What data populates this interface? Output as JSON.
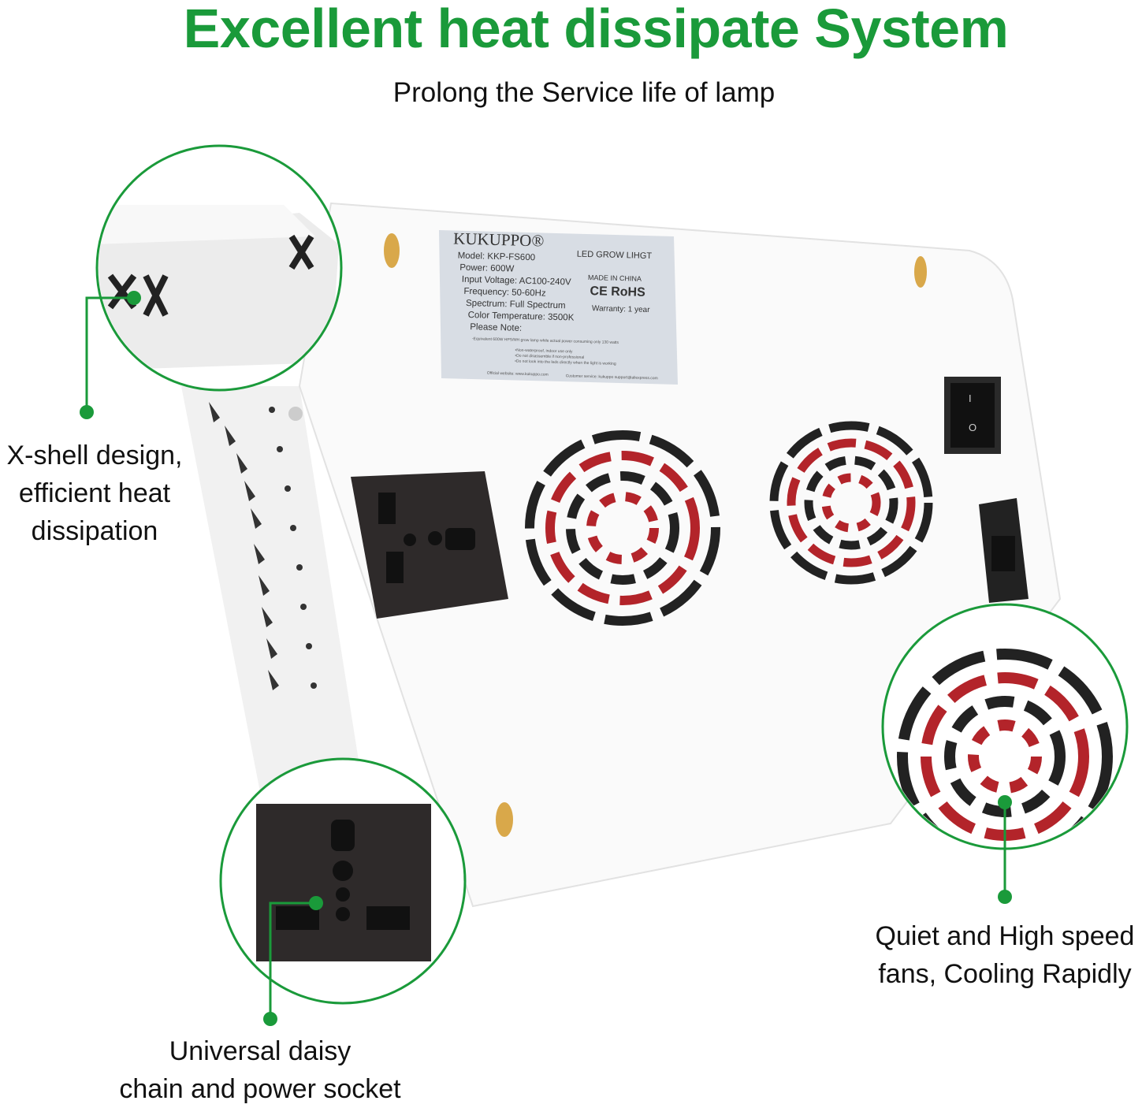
{
  "header": {
    "title": "Excellent heat dissipate System",
    "subtitle": "Prolong the Service life of lamp"
  },
  "colors": {
    "accent": "#1a9a3a",
    "fan_red": "#b3242a",
    "socket": "#2e2a2a"
  },
  "label": {
    "brand": "KUKUPPO®",
    "product": "LED GROW LIHGT",
    "model": "Model: KKP-FS600",
    "power": "Power: 600W",
    "voltage": "Input Voltage: AC100-240V",
    "frequency": "Frequency: 50-60Hz",
    "spectrum": "Spectrum: Full Spectrum",
    "color_temp": "Color Temperature: 3500K",
    "note_title": "Please Note:",
    "note": "-Equivalent 600W HPS/MH grow lamp while actual power consuming only 130 watts",
    "made_in": "MADE IN CHINA",
    "certs": "CE  RoHS",
    "warranty": "Warranty: 1 year",
    "warnings": [
      "•Non-waterproof, indoor use only",
      "•Do not disassemble if non-professional",
      "•Do not look into the leds directly when the light is working"
    ],
    "website": "Official website: www.kukuppo.com",
    "service": "Customer service: kukuppo support@aliexpress.com"
  },
  "switch": {
    "on": "I",
    "off": "O"
  },
  "callouts": {
    "shell": [
      "X-shell design,",
      "efficient heat",
      "dissipation"
    ],
    "socket": [
      "Universal daisy",
      "chain and power socket"
    ],
    "fans": [
      "Quiet and High speed",
      "fans, Cooling Rapidly"
    ]
  }
}
